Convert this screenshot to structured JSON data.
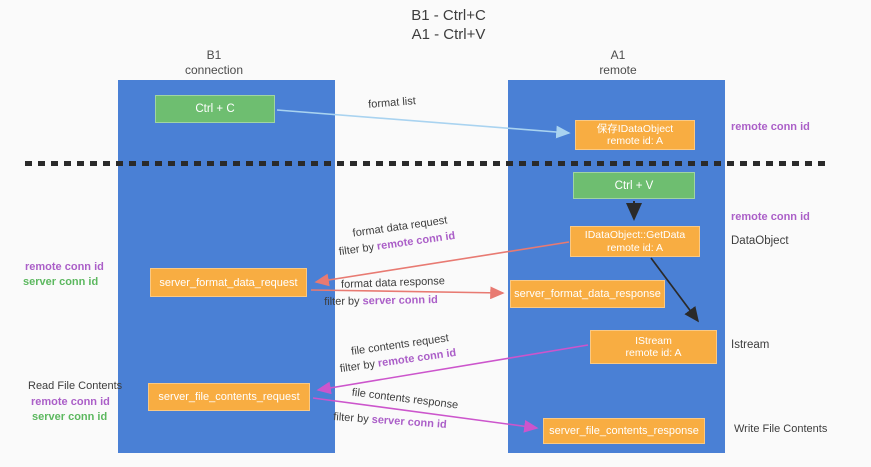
{
  "title": {
    "line1": "B1 - Ctrl+C",
    "line2": "A1 - Ctrl+V"
  },
  "lanes": {
    "left": {
      "title": "B1",
      "subtitle": "connection"
    },
    "right": {
      "title": "A1",
      "subtitle": "remote"
    }
  },
  "nodes": {
    "ctrl_c": "Ctrl + C",
    "save_idataobject": {
      "line1": "保存IDataObject",
      "line2": "remote id: A"
    },
    "ctrl_v": "Ctrl + V",
    "getdata": {
      "line1": "IDataObject::GetData",
      "line2": "remote id: A"
    },
    "format_request": "server_format_data_request",
    "format_response": "server_format_data_response",
    "istream": {
      "line1": "IStream",
      "line2": "remote id: A"
    },
    "file_request": "server_file_contents_request",
    "file_response": "server_file_contents_response"
  },
  "edge_labels": {
    "format_list": "format list",
    "format_data_request": "format data request",
    "format_data_response": "format data response",
    "file_contents_request": "file contents request",
    "file_contents_response": "file contents response",
    "filter_by": "filter by",
    "remote_conn_id": "remote conn id",
    "server_conn_id": "server conn id"
  },
  "side_labels": {
    "remote_conn_id": "remote conn id",
    "server_conn_id": "server conn id",
    "read_file_contents": "Read File Contents",
    "write_file_contents": "Write File Contents",
    "dataobject": "DataObject",
    "istream": "Istream"
  },
  "colors": {
    "background": "#fafafa",
    "lane_blue": "#4a80d5",
    "box_orange": "#f8ad42",
    "box_green": "#6ebe70",
    "arrow_blue": "#a9d3f0",
    "arrow_black": "#2a2a2a",
    "arrow_salmon": "#e87a72",
    "arrow_magenta": "#cc55cc",
    "text_purple": "#ab5fc8",
    "text_green": "#5cb85f",
    "text_dark": "#3d3d3d"
  }
}
